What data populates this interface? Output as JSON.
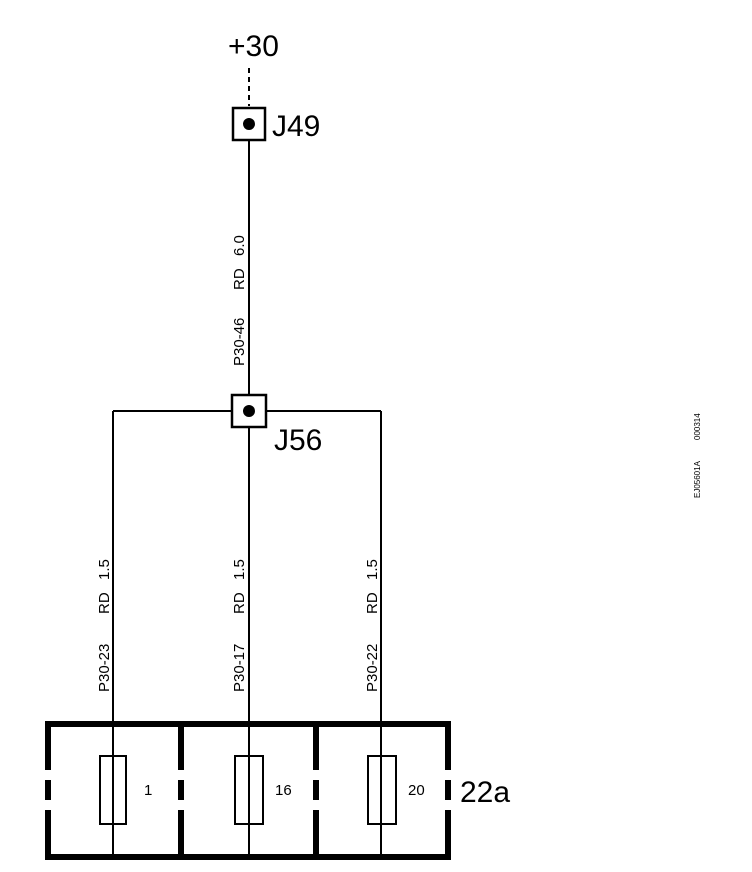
{
  "supply": {
    "label": "+30"
  },
  "connectors": {
    "top": {
      "label": "J49"
    },
    "splice": {
      "label": "J56"
    }
  },
  "wires": {
    "main": {
      "pin": "P30-46",
      "color": "RD",
      "size": "6.0"
    },
    "left": {
      "pin": "P30-23",
      "color": "RD",
      "size": "1.5"
    },
    "center": {
      "pin": "P30-17",
      "color": "RD",
      "size": "1.5"
    },
    "right": {
      "pin": "P30-22",
      "color": "RD",
      "size": "1.5"
    }
  },
  "fusebox": {
    "label": "22a",
    "fuses": [
      {
        "number": "1"
      },
      {
        "number": "16"
      },
      {
        "number": "20"
      }
    ]
  },
  "reference": {
    "code_a": "EJ05601A",
    "code_b": "000314"
  }
}
